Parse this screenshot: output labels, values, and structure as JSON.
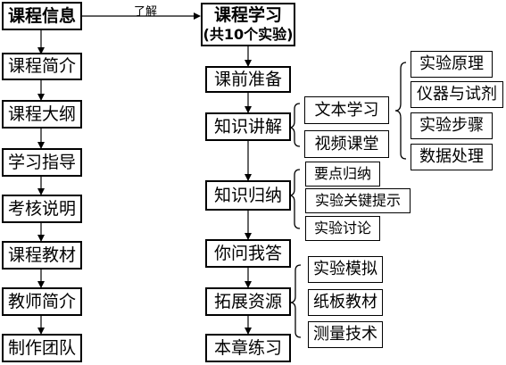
{
  "left_column": {
    "title": "课程信息",
    "items": [
      "课程简介",
      "课程大纲",
      "学习指导",
      "考核说明",
      "课程教材",
      "教师简介",
      "制作团队"
    ]
  },
  "link_label": "了解",
  "right_column": {
    "title": "课程学习",
    "subtitle": "(共10个实验)",
    "steps": [
      "课前准备",
      "知识讲解",
      "知识归纳",
      "你问我答",
      "拓展资源",
      "本章练习"
    ]
  },
  "knowledge_lecture": {
    "items": [
      "文本学习",
      "视频课堂"
    ],
    "text_study_items": [
      "实验原理",
      "仪器与试剂",
      "实验步骤",
      "数据处理"
    ]
  },
  "knowledge_summary": {
    "items": [
      "要点归纳",
      "实验关键提示",
      "实验讨论"
    ]
  },
  "extended_resources": {
    "items": [
      "实验模拟",
      "纸板教材",
      "测量技术"
    ]
  }
}
